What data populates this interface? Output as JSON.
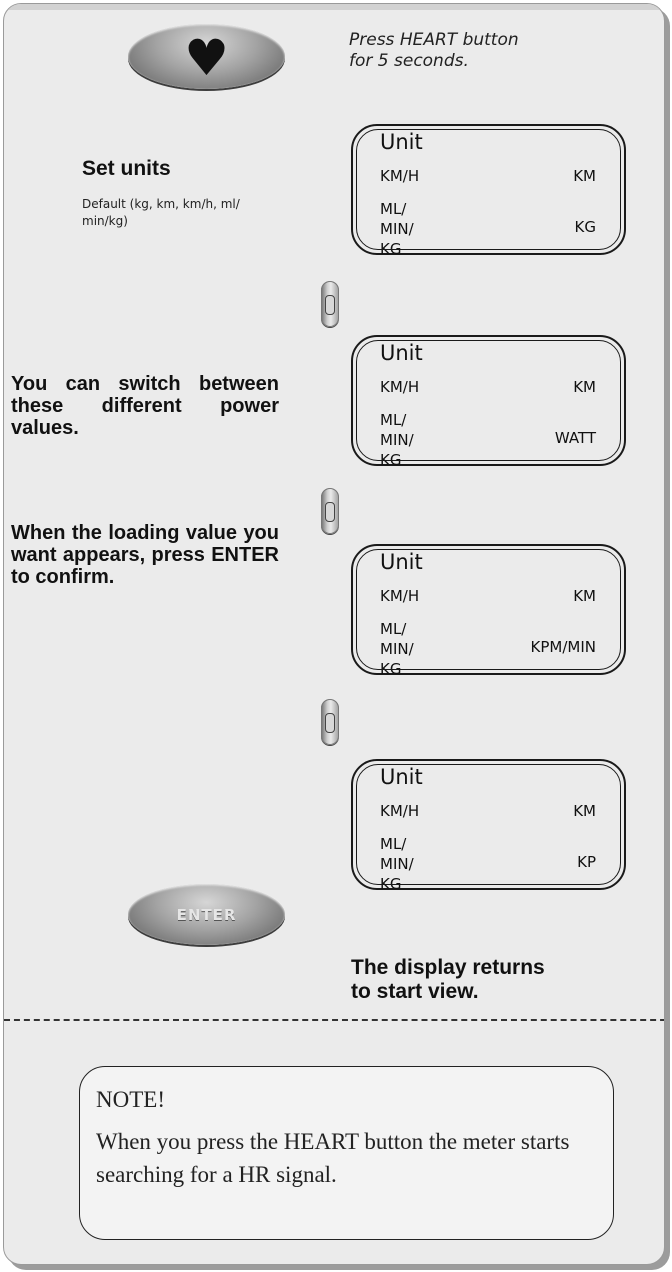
{
  "header": {
    "instruction": "Press HEART button\n for 5 seconds.",
    "heart_button_icon": "heart-icon"
  },
  "set_units": {
    "title": "Set units",
    "default_note": "Default (kg, km, km/h, ml/ min/kg)"
  },
  "descriptions": {
    "switch_text": "You can switch between these different power values.",
    "loading_text": "When the loading value you want appears, press ENTER to confirm."
  },
  "displays": [
    {
      "title": "Unit",
      "row1_left": "KM/H",
      "row1_right": "KM",
      "row2_left": "ML/\nMIN/\nKG",
      "row2_right": "KG"
    },
    {
      "title": "Unit",
      "row1_left": "KM/H",
      "row1_right": "KM",
      "row2_left": "ML/\nMIN/\nKG",
      "row2_right": "WATT"
    },
    {
      "title": "Unit",
      "row1_left": "KM/H",
      "row1_right": "KM",
      "row2_left": "ML/\nMIN/\nKG",
      "row2_right": "KPM/MIN"
    },
    {
      "title": "Unit",
      "row1_left": "KM/H",
      "row1_right": "KM",
      "row2_left": "ML/\nMIN/\nKG",
      "row2_right": "KP"
    }
  ],
  "enter_button": {
    "label": "ENTER"
  },
  "returns_text": "The display returns\nto start view.",
  "note": {
    "title": "NOTE!",
    "body": "When you press the HEART button the meter starts searching for a HR signal."
  }
}
